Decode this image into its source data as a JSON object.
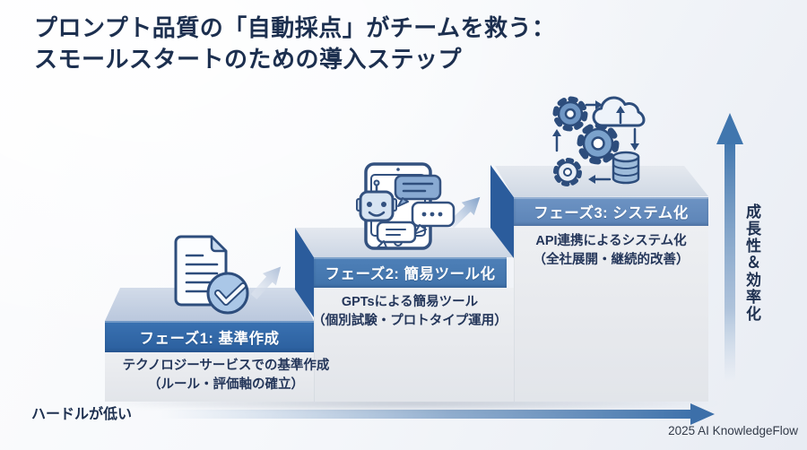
{
  "title": {
    "line1": "プロンプト品質の「自動採点」がチームを救う：",
    "line2": "スモールスタートのための導入ステップ"
  },
  "steps": [
    {
      "label": "フェーズ1: 基準作成",
      "description": [
        "テクノロジーサービスでの基準作成",
        "（ルール・評価軸の確立）"
      ],
      "icon": "document-check-icon"
    },
    {
      "label": "フェーズ2: 簡易ツール化",
      "description": [
        "GPTsによる簡易ツール",
        "（個別試験・プロトタイプ運用）"
      ],
      "icon": "chatbot-tablet-icon"
    },
    {
      "label": "フェーズ3: システム化",
      "description": [
        "API連携によるシステム化",
        "（全社展開・継続的改善）"
      ],
      "icon": "system-gears-cloud-database-icon"
    }
  ],
  "axis": {
    "bottom_label": "ハードルが低い",
    "right_label": "成長性＆効率化"
  },
  "credit": "2025 AI KnowledgeFlow",
  "colors": {
    "side_face": "#2b5c9c",
    "band1": "#2f66a6",
    "band2": "#4678b0",
    "band3": "#6289bb",
    "arrow_blue": "#3f72ab",
    "title_text": "#1c2f4f",
    "icon_outline": "#2d4d7c"
  }
}
